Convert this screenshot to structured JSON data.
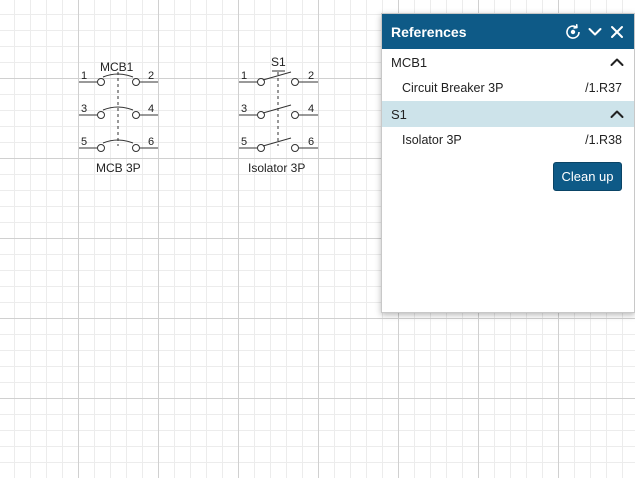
{
  "canvas": {
    "mcb": {
      "tag": "MCB1",
      "type_label": "MCB 3P",
      "pins": [
        "1",
        "2",
        "3",
        "4",
        "5",
        "6"
      ]
    },
    "isolator": {
      "tag": "S1",
      "type_label": "Isolator 3P",
      "pins": [
        "1",
        "2",
        "3",
        "4",
        "5",
        "6"
      ]
    }
  },
  "panel": {
    "title": "References",
    "icons": [
      "refresh-eye-icon",
      "chevron-down-icon",
      "close-icon"
    ],
    "groups": [
      {
        "name": "MCB1",
        "expanded": true,
        "selected": false,
        "items": [
          {
            "label": "Circuit Breaker 3P",
            "ref": "/1.R37"
          }
        ]
      },
      {
        "name": "S1",
        "expanded": true,
        "selected": true,
        "items": [
          {
            "label": "Isolator 3P",
            "ref": "/1.R38"
          }
        ]
      }
    ],
    "cleanup_label": "Clean up"
  },
  "colors": {
    "header_bg": "#0e5a87",
    "selected_row_bg": "#cde3ea",
    "button_bg": "#0e5a87"
  }
}
